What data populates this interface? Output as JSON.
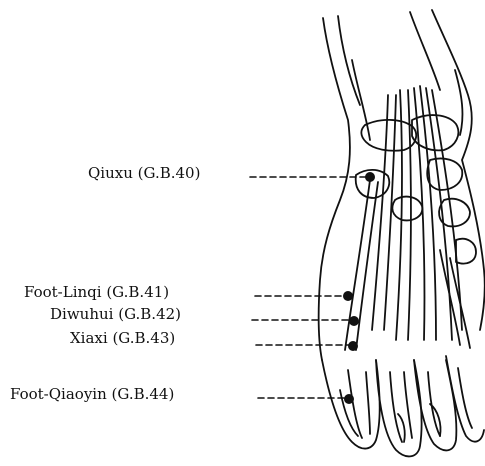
{
  "points": [
    {
      "name": "Qiuxu",
      "code": "(G.B.40)",
      "label": "Qiuxu (G.B.40)"
    },
    {
      "name": "Foot-Linqi",
      "code": "(G.B.41)",
      "label": "Foot-Linqi (G.B.41)"
    },
    {
      "name": "Diwuhui",
      "code": "(G.B.42)",
      "label": "Diwuhui (G.B.42)"
    },
    {
      "name": "Xiaxi",
      "code": "(G.B.43)",
      "label": "Xiaxi (G.B.43)"
    },
    {
      "name": "Foot-Qiaoyin",
      "code": "(G.B.44)",
      "label": "Foot-Qiaoyin (G.B.44)"
    }
  ],
  "colors": {
    "ink": "#111111",
    "background": "#ffffff"
  }
}
